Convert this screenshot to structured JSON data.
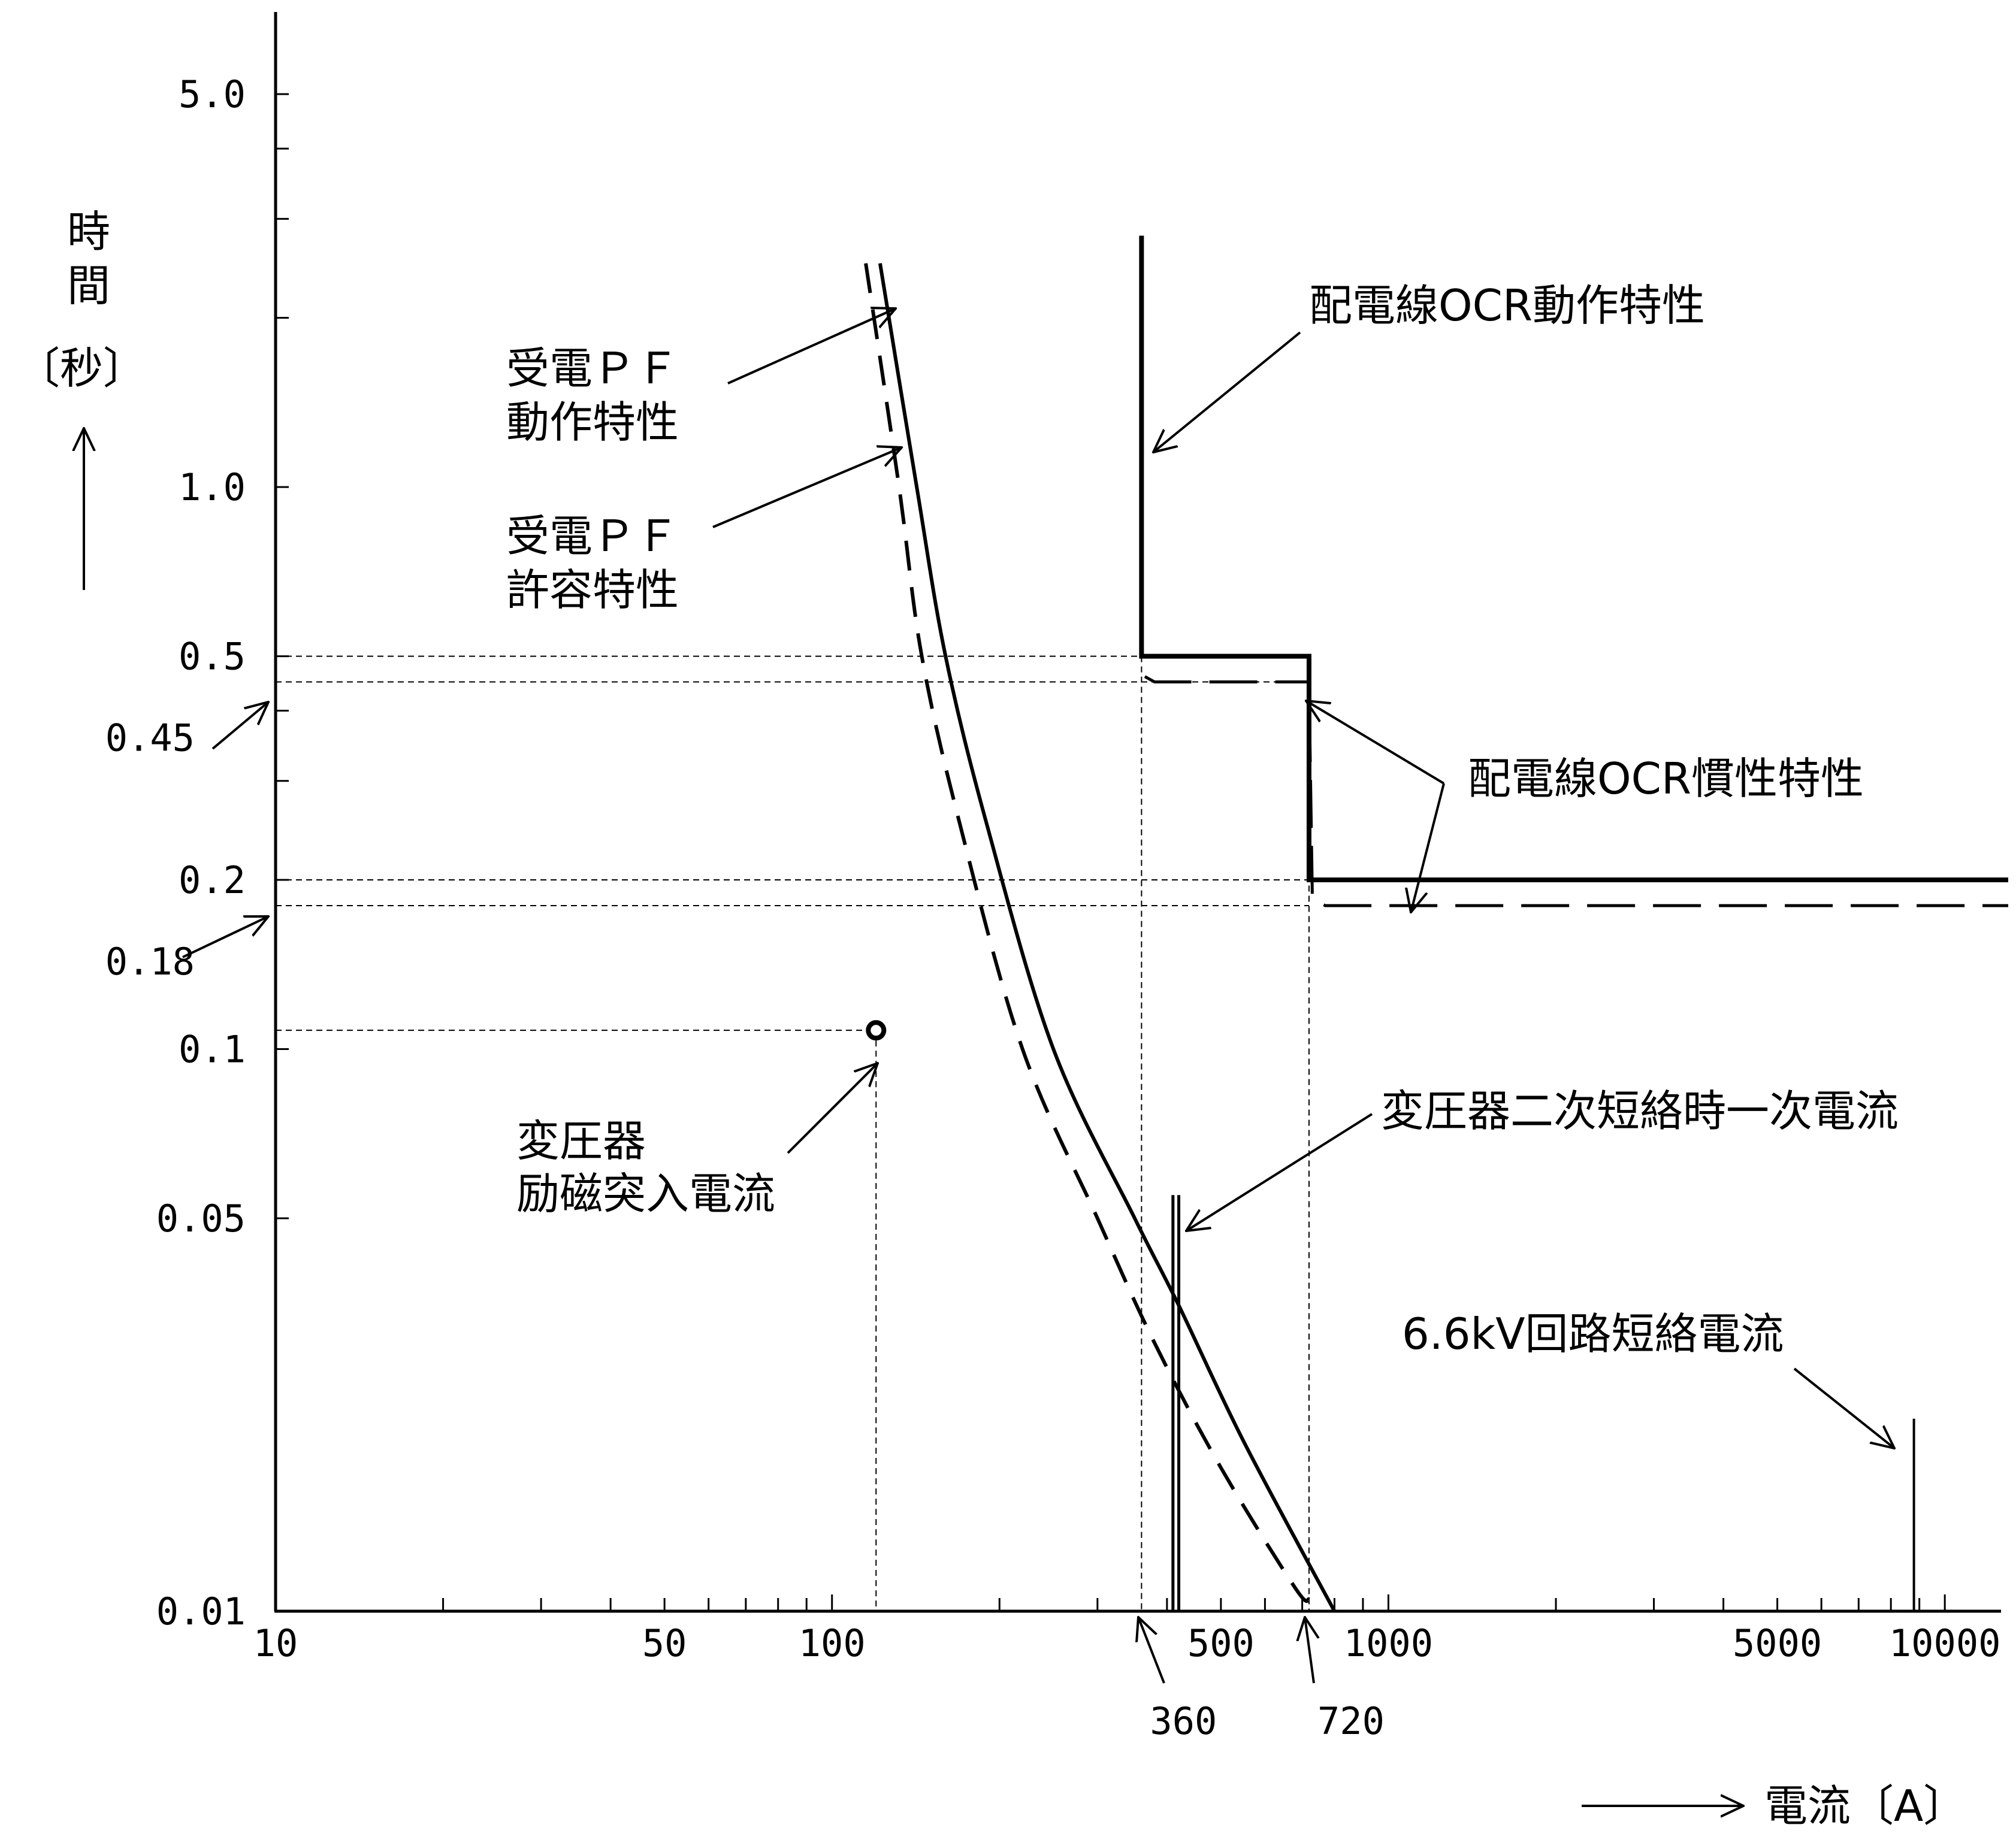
{
  "chart_data": {
    "type": "line",
    "title": "",
    "x_scale": "log",
    "y_scale": "log",
    "xlim": [
      10,
      13000
    ],
    "ylim": [
      0.01,
      7.0
    ],
    "xlabel": "電流〔A〕",
    "ylabel_lines": [
      "時",
      "間",
      "〔秒〕"
    ],
    "x_ticks": [
      10,
      20,
      30,
      40,
      50,
      60,
      70,
      80,
      90,
      100,
      200,
      300,
      400,
      500,
      600,
      700,
      800,
      900,
      1000,
      2000,
      3000,
      4000,
      5000,
      6000,
      7000,
      8000,
      9000,
      10000
    ],
    "x_tick_labels": [
      {
        "value": 10,
        "label": "10"
      },
      {
        "value": 50,
        "label": "50"
      },
      {
        "value": 100,
        "label": "100"
      },
      {
        "value": 500,
        "label": "500"
      },
      {
        "value": 1000,
        "label": "1000"
      },
      {
        "value": 5000,
        "label": "5000"
      },
      {
        "value": 10000,
        "label": "10000"
      }
    ],
    "x_marker_labels": [
      {
        "value": 360,
        "label": "360"
      },
      {
        "value": 720,
        "label": "720"
      }
    ],
    "y_ticks": [
      0.05,
      0.1,
      0.2,
      0.3,
      0.4,
      0.5,
      1.0,
      2.0,
      3.0,
      4.0,
      5.0
    ],
    "y_tick_labels": [
      {
        "value": 5.0,
        "label": "5.0"
      },
      {
        "value": 1.0,
        "label": "1.0"
      },
      {
        "value": 0.5,
        "label": "0.5"
      },
      {
        "value": 0.2,
        "label": "0.2"
      },
      {
        "value": 0.1,
        "label": "0.1"
      },
      {
        "value": 0.05,
        "label": "0.05"
      },
      {
        "value": 0.01,
        "label": "0.01"
      }
    ],
    "y_marker_labels": [
      {
        "value": 0.45,
        "label": "0.45"
      },
      {
        "value": 0.18,
        "label": "0.18"
      }
    ],
    "series": [
      {
        "style": "solid",
        "points": [
          [
            122,
            2.5
          ],
          [
            142,
            1.0
          ],
          [
            160,
            0.5
          ],
          [
            190,
            0.25
          ],
          [
            250,
            0.1
          ],
          [
            350,
            0.05
          ],
          [
            420,
            0.035
          ],
          [
            550,
            0.02
          ],
          [
            800,
            0.01
          ]
        ]
      },
      {
        "style": "dashed",
        "points": [
          [
            115,
            2.5
          ],
          [
            132,
            1.0
          ],
          [
            145,
            0.5
          ],
          [
            170,
            0.25
          ],
          [
            220,
            0.1
          ],
          [
            300,
            0.05
          ],
          [
            380,
            0.03
          ],
          [
            500,
            0.018
          ],
          [
            680,
            0.011
          ],
          [
            720,
            0.0105
          ]
        ]
      },
      {
        "style": "solid-thick",
        "points": [
          [
            360,
            2.8
          ],
          [
            360,
            0.5
          ],
          [
            720,
            0.5
          ],
          [
            720,
            0.2
          ],
          [
            13000,
            0.2
          ]
        ]
      },
      {
        "style": "dashed-long",
        "points": [
          [
            365,
            0.46
          ],
          [
            380,
            0.45
          ],
          [
            720,
            0.45
          ],
          [
            730,
            0.185
          ],
          [
            770,
            0.18
          ],
          [
            13000,
            0.18
          ]
        ]
      }
    ],
    "verticals": [
      {
        "name": "transformer-secondary-short-circuit-bars",
        "x": [
          410,
          420
        ],
        "y": [
          0.01,
          0.055
        ],
        "style": "double"
      },
      {
        "name": "6.6kv-short-circuit-line",
        "x": [
          8800
        ],
        "y": [
          0.01,
          0.022
        ],
        "style": "thin"
      }
    ],
    "points": [
      {
        "name": "inrush-current-point",
        "x": 120,
        "y": 0.108
      }
    ],
    "guides": [
      {
        "type": "h",
        "y": 0.5,
        "x_to": 360
      },
      {
        "type": "h",
        "y": 0.45,
        "x_to": 720
      },
      {
        "type": "h",
        "y": 0.2,
        "x_to": 720
      },
      {
        "type": "h",
        "y": 0.18,
        "x_to": 720
      },
      {
        "type": "h",
        "y": 0.108,
        "x_to": 120
      },
      {
        "type": "v",
        "x": 120,
        "y_from": 0.108
      },
      {
        "type": "v",
        "x": 360,
        "y_from": 0.5
      },
      {
        "type": "v",
        "x": 720,
        "y_from": 0.45
      }
    ],
    "annotations": [
      {
        "name": "label-ocr-operating",
        "lines": [
          "配電線OCR動作特性"
        ]
      },
      {
        "name": "label-pf-operating",
        "lines": [
          "受電ＰＦ",
          "動作特性"
        ]
      },
      {
        "name": "label-pf-allowable",
        "lines": [
          "受電ＰＦ",
          "許容特性"
        ]
      },
      {
        "name": "label-ocr-inertia",
        "lines": [
          "配電線OCR慣性特性"
        ]
      },
      {
        "name": "label-inrush",
        "lines": [
          "変圧器",
          "励磁突入電流"
        ]
      },
      {
        "name": "label-secondary-short",
        "lines": [
          "変圧器二次短絡時一次電流"
        ]
      },
      {
        "name": "label-6kv-short",
        "lines": [
          "6.6kV回路短絡電流"
        ]
      }
    ]
  }
}
